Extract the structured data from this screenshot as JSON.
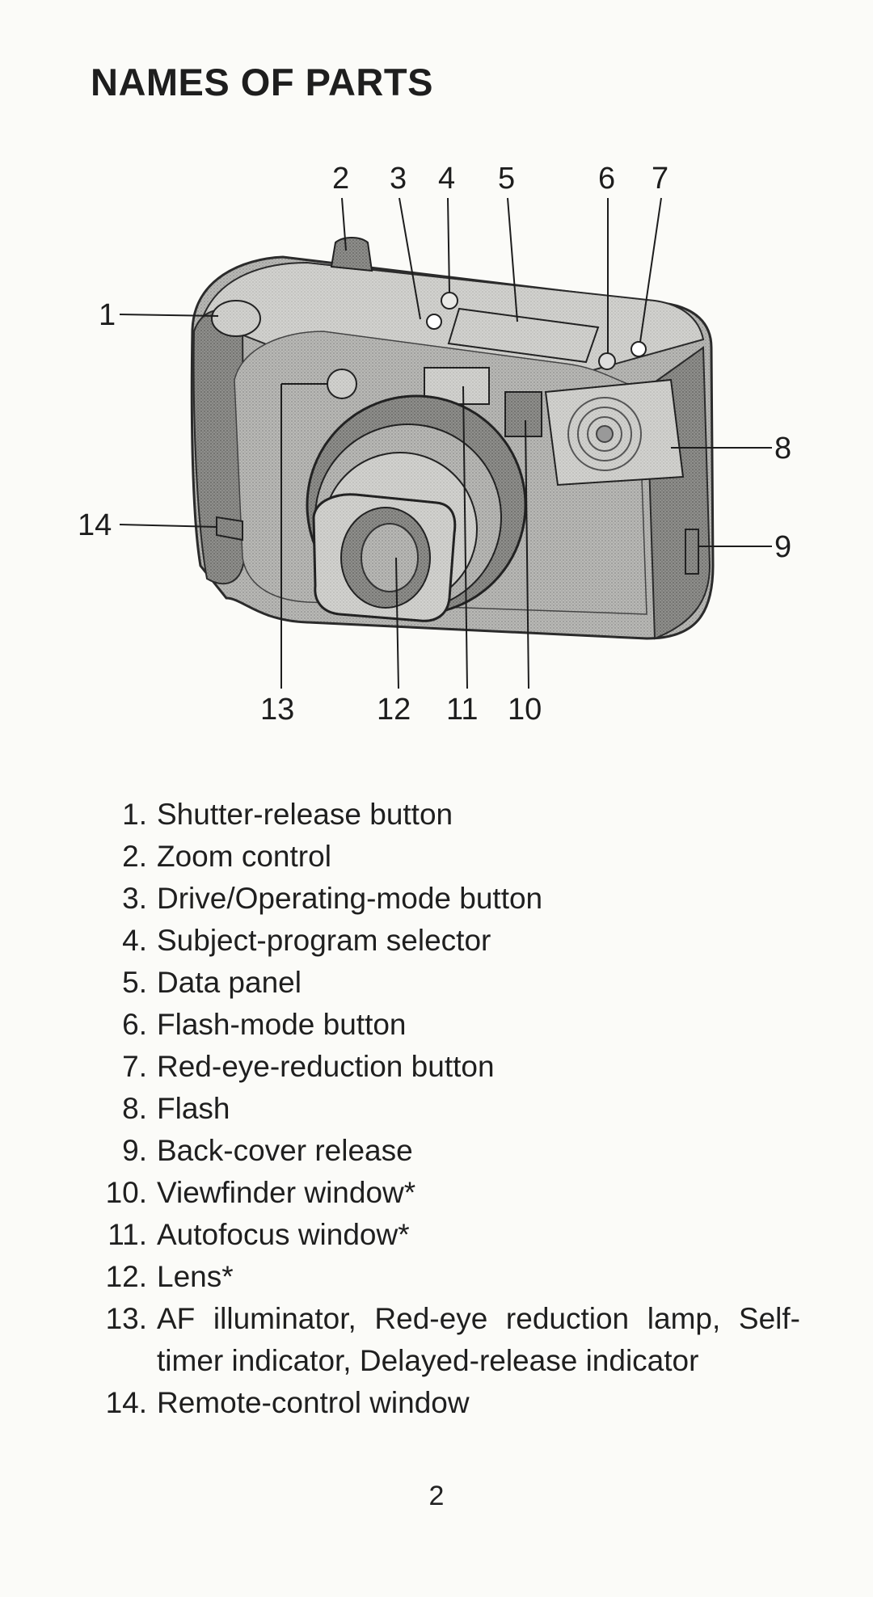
{
  "title": "NAMES OF PARTS",
  "callouts": {
    "c1": "1",
    "c2": "2",
    "c3": "3",
    "c4": "4",
    "c5": "5",
    "c6": "6",
    "c7": "7",
    "c8": "8",
    "c9": "9",
    "c10": "10",
    "c11": "11",
    "c12": "12",
    "c13": "13",
    "c14": "14"
  },
  "parts": [
    {
      "num": "1.",
      "label": "Shutter-release button"
    },
    {
      "num": "2.",
      "label": "Zoom control"
    },
    {
      "num": "3.",
      "label": "Drive/Operating-mode button"
    },
    {
      "num": "4.",
      "label": "Subject-program selector"
    },
    {
      "num": "5.",
      "label": "Data panel"
    },
    {
      "num": "6.",
      "label": "Flash-mode button"
    },
    {
      "num": "7.",
      "label": "Red-eye-reduction button"
    },
    {
      "num": "8.",
      "label": "Flash"
    },
    {
      "num": "9.",
      "label": "Back-cover release"
    },
    {
      "num": "10.",
      "label": "Viewfinder window*"
    },
    {
      "num": "11.",
      "label": "Autofocus window*"
    },
    {
      "num": "12.",
      "label": "Lens*"
    },
    {
      "num": "13.",
      "label": "AF illuminator, Red-eye reduction lamp, Self-timer indicator, Delayed-release indicator"
    },
    {
      "num": "14.",
      "label": "Remote-control window"
    }
  ],
  "page_number": "2"
}
